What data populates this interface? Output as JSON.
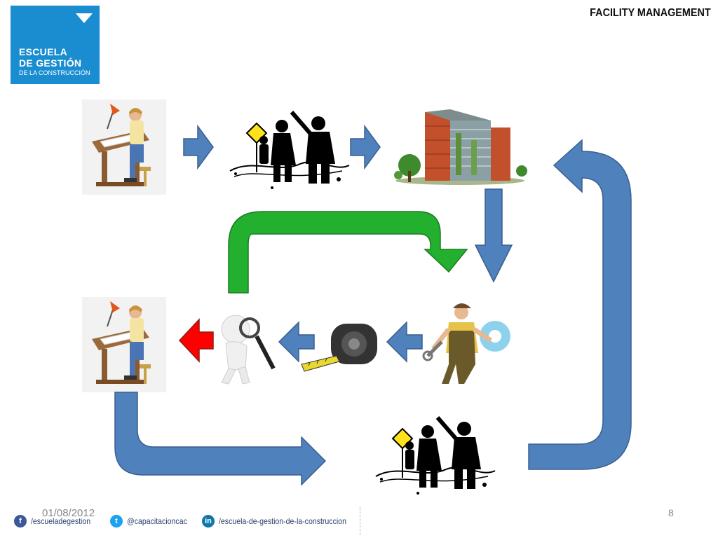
{
  "header": {
    "logo": {
      "line1": "ESCUELA",
      "line2": "DE GESTIÓN",
      "line3": "DE LA CONSTRUCCIÓN",
      "color": "#1a8dd0"
    },
    "slide_title": "FACILITY MANAGEMENT"
  },
  "footer": {
    "date": "01/08/2012",
    "page_number": "8",
    "social": {
      "facebook": "/escueladegestion",
      "twitter": "@capacitacioncac",
      "linkedin": "/escuela-de-gestion-de-la-construccion"
    }
  },
  "colors": {
    "arrow_blue": "#4f81bd",
    "arrow_green": "#22b02e",
    "arrow_red": "#ff0000",
    "facebook": "#3b5998",
    "twitter": "#1da1f2",
    "linkedin": "#0e76a8"
  },
  "diagram": {
    "nodes": [
      {
        "id": "designer-top",
        "icon": "architect-drafting-icon"
      },
      {
        "id": "construction-top",
        "icon": "construction-workers-icon"
      },
      {
        "id": "building",
        "icon": "building-icon"
      },
      {
        "id": "maintenance",
        "icon": "maintenance-worker-icon"
      },
      {
        "id": "measuring",
        "icon": "tape-measure-icon"
      },
      {
        "id": "inspection",
        "icon": "magnifier-figure-icon"
      },
      {
        "id": "designer-bottom",
        "icon": "architect-drafting-icon"
      },
      {
        "id": "construction-bottom",
        "icon": "construction-workers-icon"
      }
    ]
  }
}
